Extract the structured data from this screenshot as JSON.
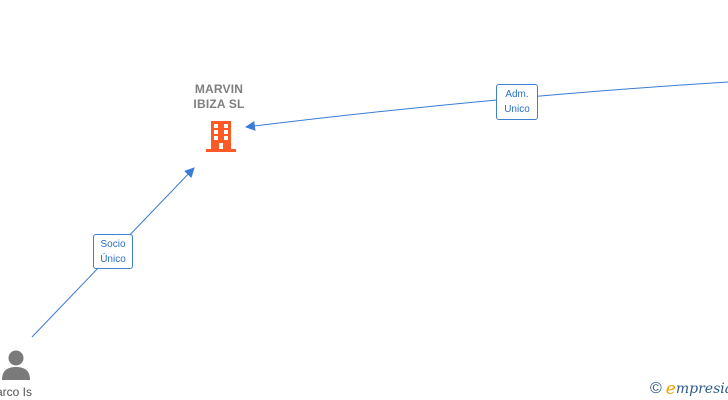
{
  "company": {
    "name_line1": "MARVIN",
    "name_line2": "IBIZA  SL",
    "icon": "building-icon",
    "color": "#ff5a26"
  },
  "person": {
    "name": "arco Is",
    "icon": "person-icon",
    "color": "#7a7a7a"
  },
  "edges": {
    "socio": {
      "line1": "Socio",
      "line2": "Único"
    },
    "adm": {
      "line1": "Adm.",
      "line2": "Unico"
    },
    "color": "#3a7bd5"
  },
  "brand": {
    "copyright": "©",
    "initial": "e",
    "rest": "mpresia"
  }
}
